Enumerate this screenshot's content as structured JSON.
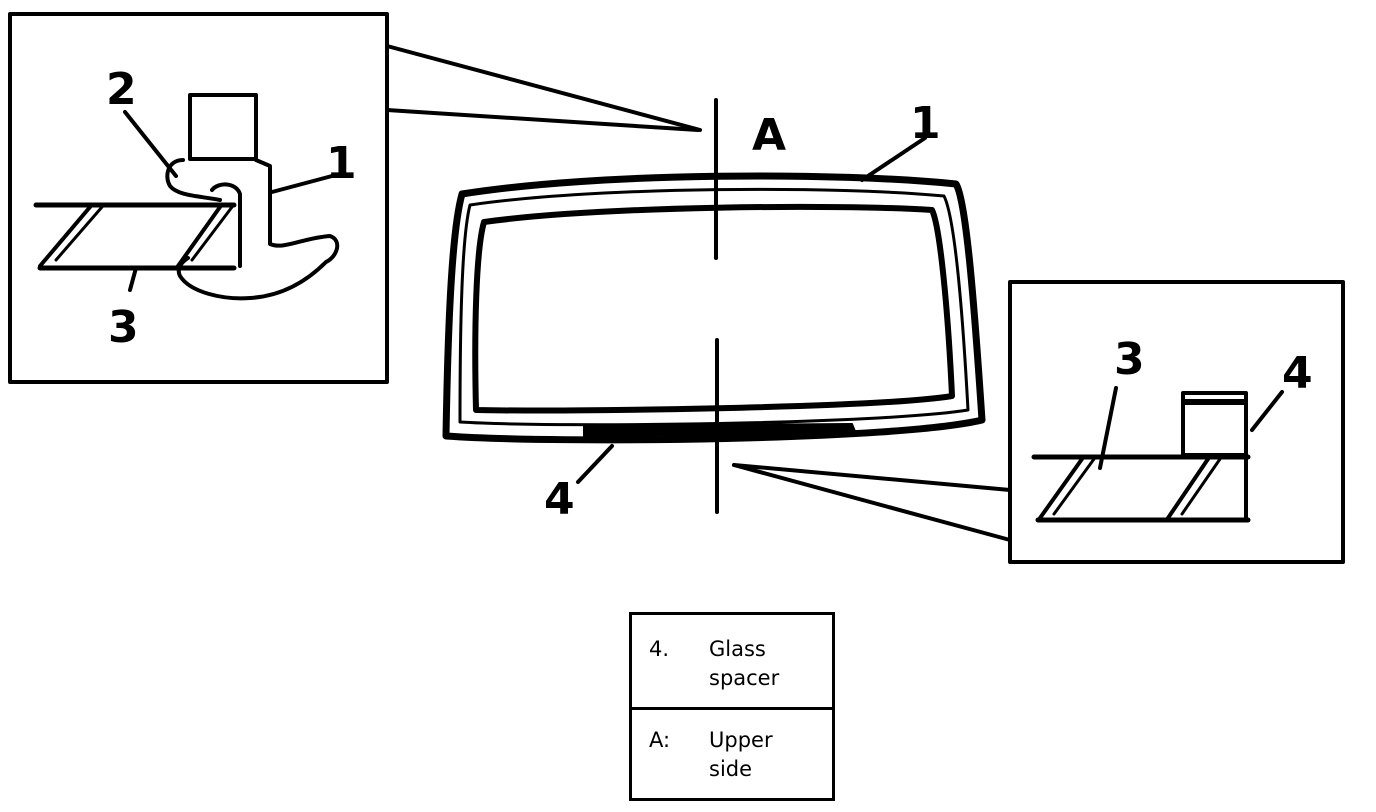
{
  "callouts": {
    "main_top_1": "1",
    "main_upper_marker": "A",
    "main_bottom_4": "4",
    "left_detail_2": "2",
    "left_detail_1": "1",
    "left_detail_3": "3",
    "right_detail_3": "3",
    "right_detail_4": "4"
  },
  "legend": {
    "rows": [
      {
        "key": "4.",
        "desc_line1": "Glass",
        "desc_line2": "spacer"
      },
      {
        "key": "A:",
        "desc_line1": "Upper",
        "desc_line2": "side"
      }
    ]
  }
}
